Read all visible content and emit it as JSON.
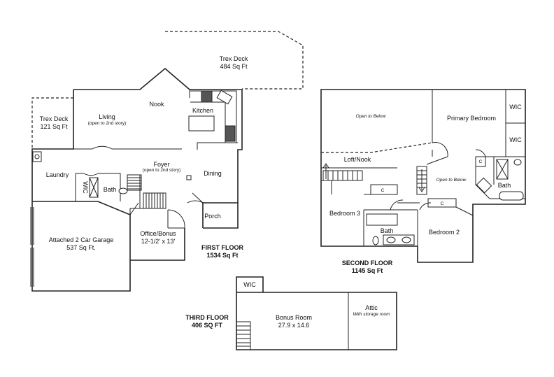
{
  "first_floor": {
    "caption": "FIRST FLOOR",
    "sqft": "1534 Sq Ft",
    "rooms": {
      "trex_deck_top": "Trex Deck",
      "trex_deck_top_size": "484 Sq Ft",
      "trex_deck_left": "Trex Deck",
      "trex_deck_left_size": "121 Sq Ft",
      "living": "Living",
      "living_note": "(open to 2nd story)",
      "nook": "Nook",
      "kitchen": "Kitchen",
      "foyer": "Foyer",
      "foyer_note": "(open to 2nd story)",
      "dining": "Dining",
      "laundry": "Laundry",
      "wic": "WIC",
      "bath": "Bath",
      "porch": "Porch",
      "garage": "Attached 2 Car Garage",
      "garage_size": "537 Sq Ft.",
      "office": "Office/Bonus",
      "office_size": "12-1/2' x 13'"
    }
  },
  "second_floor": {
    "caption": "SECOND FLOOR",
    "sqft": "1145 Sq Ft",
    "rooms": {
      "open_below_1": "Open to Below",
      "open_below_2": "Open to Below",
      "primary_bedroom": "Primary Bedroom",
      "wic_1": "WIC",
      "wic_2": "WIC",
      "loft": "Loft/Nook",
      "closet_1": "C",
      "closet_2": "C",
      "closet_3": "C",
      "bath_1": "Bath",
      "bath_2": "Bath",
      "bedroom_3": "Bedroom 3",
      "bedroom_2": "Bedroom 2"
    }
  },
  "third_floor": {
    "caption": "THIRD FLOOR",
    "sqft": "406 SQ FT",
    "rooms": {
      "wic": "WIC",
      "bonus": "Bonus Room",
      "bonus_size": "27.9 x 14.6",
      "attic": "Attic",
      "attic_note": "With storage room"
    }
  }
}
